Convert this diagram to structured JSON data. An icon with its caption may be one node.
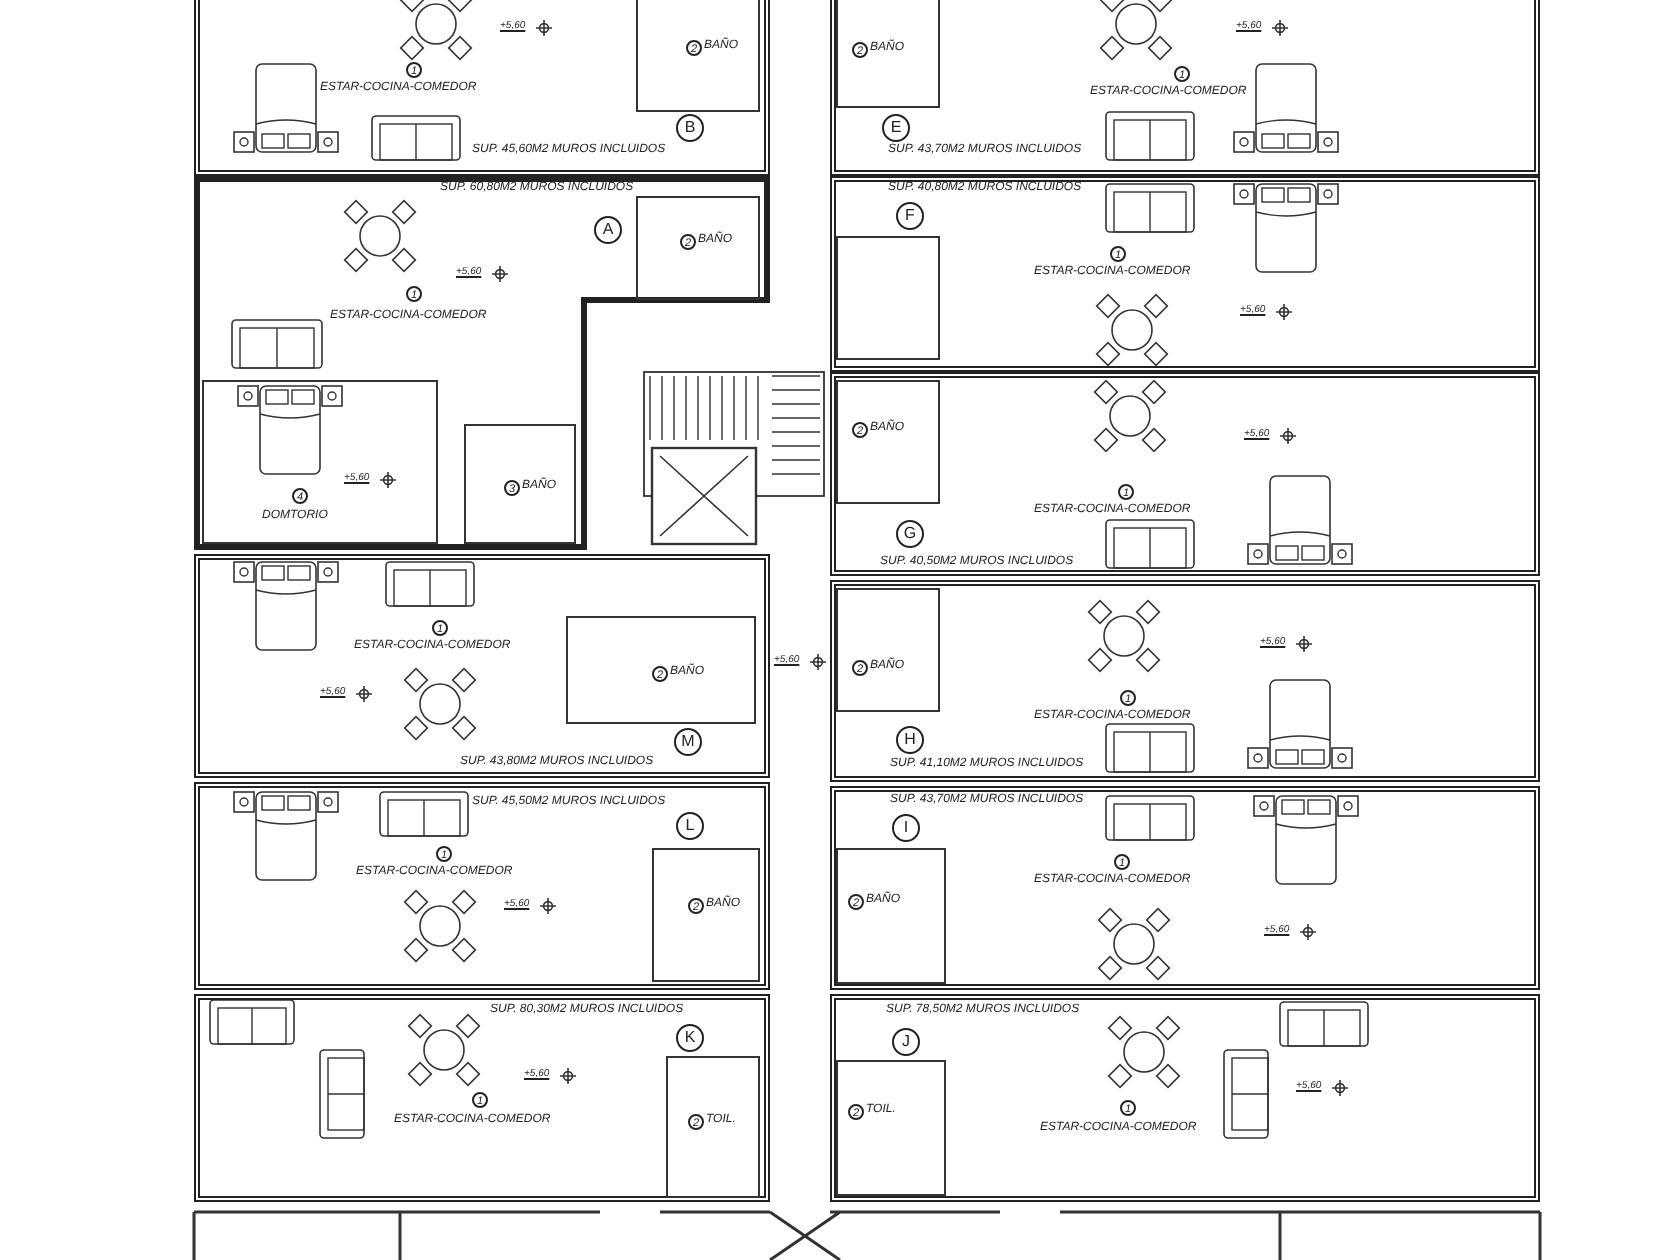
{
  "diagram": {
    "nodes": [
      {
        "text": [
          "1",
          "ESTAR-COCINA-COMEDOR",
          "+5,60",
          "SUP. 45,60M2 MUROS INCLUIDOS"
        ]
      },
      {
        "text": [
          "2",
          "BAÑO"
        ],
        "in": 0
      },
      {
        "text": [
          "B"
        ],
        "in": 0
      },
      {
        "text": [
          "SUP. 60,80M2 MUROS INCLUIDOS",
          "+5,60",
          "1",
          "ESTAR-COCINA-COMEDOR"
        ]
      },
      {
        "text": [
          "A"
        ],
        "in": 3
      },
      {
        "text": [
          "2",
          "BAÑO"
        ],
        "in": 3
      },
      {
        "text": [
          "+5,60",
          "4",
          "DOMTORIO"
        ],
        "in": 3
      },
      {
        "text": [
          "3",
          "BAÑO"
        ],
        "in": 3
      },
      {
        "text": [
          "1",
          "ESTAR-COCINA-COMEDOR",
          "+5,60",
          "SUP. 43,80M2 MUROS INCLUIDOS"
        ]
      },
      {
        "text": [
          "2",
          "BAÑO"
        ],
        "in": 8
      },
      {
        "text": [
          "M"
        ],
        "in": 8
      },
      {
        "text": [
          "SUP. 45,50M2 MUROS INCLUIDOS",
          "1",
          "ESTAR-COCINA-COMEDOR",
          "+5,60"
        ]
      },
      {
        "text": [
          "L"
        ],
        "in": 11
      },
      {
        "text": [
          "2",
          "BAÑO"
        ],
        "in": 11
      },
      {
        "text": [
          "SUP. 80,30M2 MUROS INCLUIDOS",
          "+5,60",
          "1",
          "ESTAR-COCINA-COMEDOR"
        ]
      },
      {
        "text": [
          "K"
        ],
        "in": 14
      },
      {
        "text": [
          "2",
          "TOIL."
        ],
        "in": 14
      },
      {
        "text": [
          "+5,60",
          "1",
          "ESTAR-COCINA-COMEDOR",
          "SUP. 43,70M2 MUROS INCLUIDOS"
        ]
      },
      {
        "text": [
          "2",
          "BAÑO"
        ],
        "in": 17
      },
      {
        "text": [
          "E"
        ],
        "in": 17
      },
      {
        "text": [
          "SUP. 40,80M2 MUROS INCLUIDOS",
          "1",
          "ESTAR-COCINA-COMEDOR",
          "+5,60"
        ]
      },
      {
        "text": [
          "F"
        ],
        "in": 20
      },
      {
        "text": [],
        "shape": "box",
        "in": 20
      },
      {
        "text": [
          "+5,60",
          "1",
          "ESTAR-COCINA-COMEDOR",
          "SUP. 40,50M2 MUROS INCLUIDOS"
        ]
      },
      {
        "text": [
          "2",
          "BAÑO"
        ],
        "in": 23
      },
      {
        "text": [
          "G"
        ],
        "in": 23
      },
      {
        "text": [
          "+5,60",
          "1",
          "ESTAR-COCINA-COMEDOR",
          "SUP. 41,10M2 MUROS INCLUIDOS"
        ]
      },
      {
        "text": [
          "2",
          "BAÑO"
        ],
        "in": 26
      },
      {
        "text": [
          "H"
        ],
        "in": 26
      },
      {
        "text": [
          "SUP. 43,70M2 MUROS INCLUIDOS",
          "1",
          "ESTAR-COCINA-COMEDOR",
          "+5,60"
        ]
      },
      {
        "text": [
          "I"
        ],
        "in": 29
      },
      {
        "text": [
          "2",
          "BAÑO"
        ],
        "in": 29
      },
      {
        "text": [
          "SUP. 78,50M2 MUROS INCLUIDOS",
          "+5,60",
          "1",
          "ESTAR-COCINA-COMEDOR"
        ]
      },
      {
        "text": [
          "J"
        ],
        "in": 32
      },
      {
        "text": [
          "2",
          "TOIL."
        ],
        "in": 32
      }
    ],
    "labels": [
      "+5,60"
    ]
  }
}
